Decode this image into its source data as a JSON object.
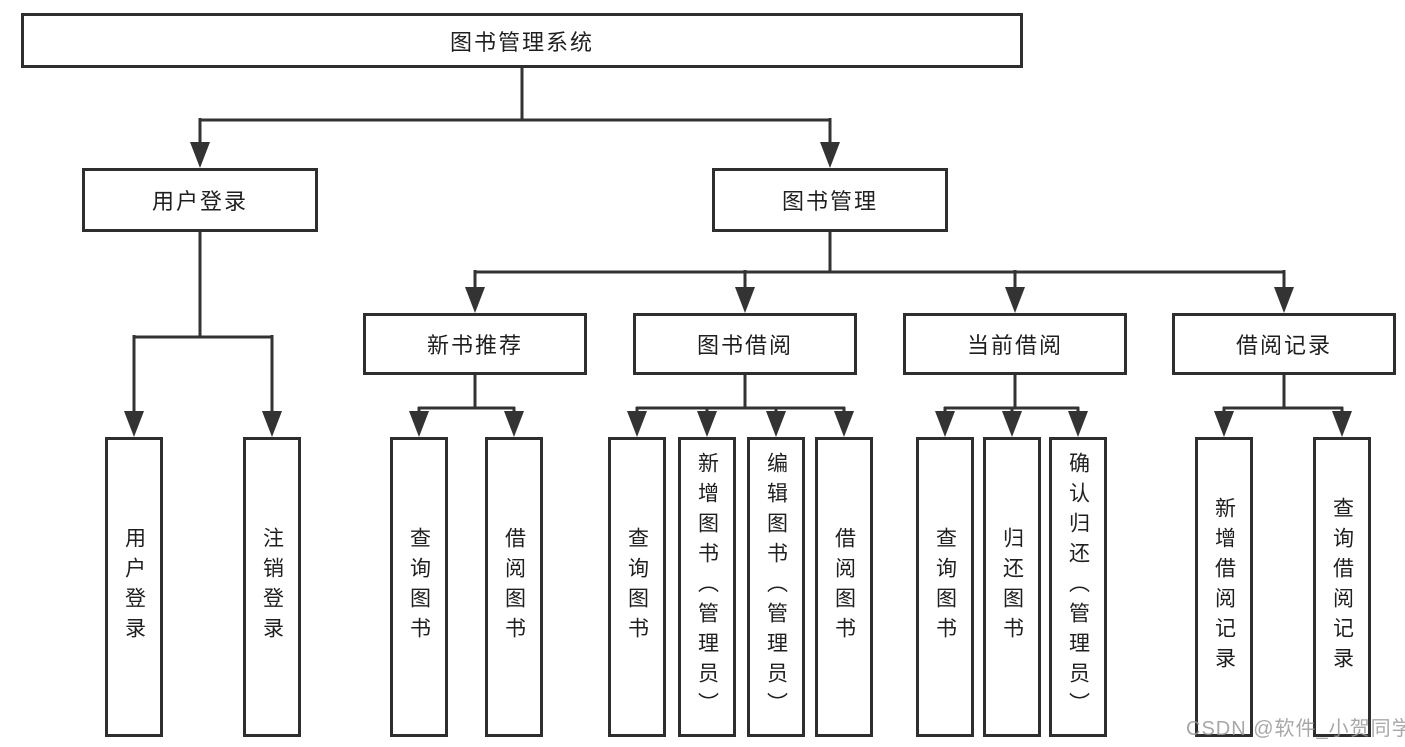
{
  "diagram": {
    "tree": {
      "label": "图书管理系统",
      "children": [
        {
          "label": "用户登录",
          "children": [
            {
              "label": "用户登录"
            },
            {
              "label": "注销登录"
            }
          ]
        },
        {
          "label": "图书管理",
          "children": [
            {
              "label": "新书推荐",
              "children": [
                {
                  "label": "查询图书"
                },
                {
                  "label": "借阅图书"
                }
              ]
            },
            {
              "label": "图书借阅",
              "children": [
                {
                  "label": "查询图书"
                },
                {
                  "label": "新增图书（管理员）"
                },
                {
                  "label": "编辑图书（管理员）"
                },
                {
                  "label": "借阅图书"
                }
              ]
            },
            {
              "label": "当前借阅",
              "children": [
                {
                  "label": "查询图书"
                },
                {
                  "label": "归还图书"
                },
                {
                  "label": "确认归还（管理员）"
                }
              ]
            },
            {
              "label": "借阅记录",
              "children": [
                {
                  "label": "新增借阅记录"
                },
                {
                  "label": "查询借阅记录"
                }
              ]
            }
          ]
        }
      ]
    }
  },
  "watermark": {
    "text": "CSDN @软件_小贺同学"
  },
  "colors": {
    "background": "#ffffff",
    "box_border": "#2e2e2e",
    "connector_line": "#333333",
    "text": "#1f1f1f",
    "watermark": "#999999"
  }
}
